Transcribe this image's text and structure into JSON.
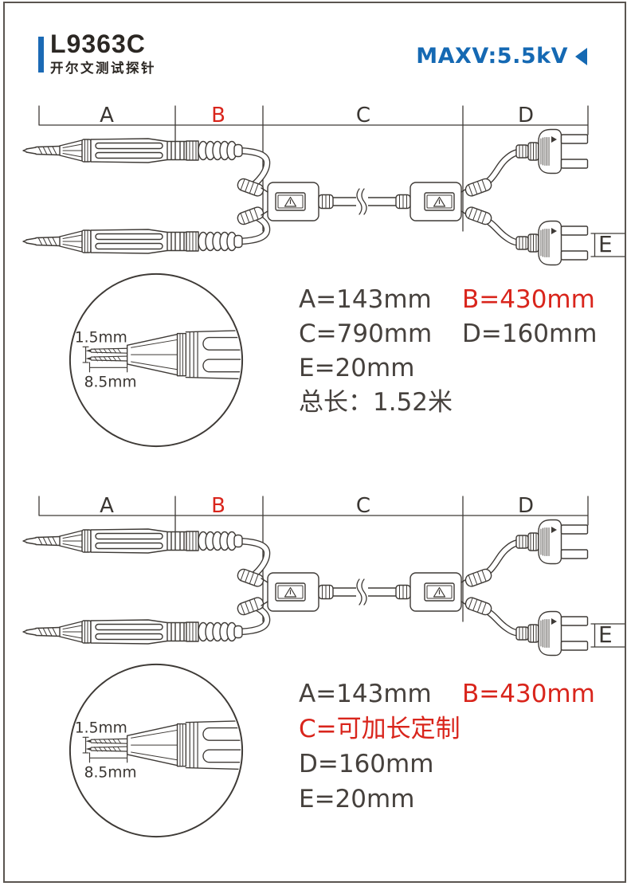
{
  "header": {
    "model": "L9363C",
    "subtitle": "开尔文测试探针",
    "max_voltage": "MAXV:5.5kV"
  },
  "diagram": {
    "section_labels": {
      "a": "A",
      "b": "B",
      "c": "C",
      "d": "D"
    },
    "pin_label": "E",
    "tip_detail": {
      "tip_spacing": "1.5mm",
      "tip_length": "8.5mm"
    }
  },
  "spec_top": {
    "a": "A=143mm",
    "b": "B=430mm",
    "c": "C=790mm",
    "d": "D=160mm",
    "e": "E=20mm",
    "total": "总长：1.52米"
  },
  "spec_bottom": {
    "a": "A=143mm",
    "b": "B=430mm",
    "c": "C=可加长定制",
    "d": "D=160mm",
    "e": "E=20mm"
  },
  "colors": {
    "accent_blue": "#1569b3",
    "accent_red": "#d9251c",
    "ink": "#3e3a36"
  }
}
